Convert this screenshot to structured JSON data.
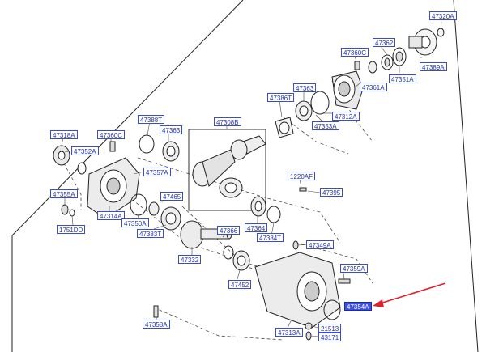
{
  "diagram": {
    "parts": {
      "p47320A": "47320A",
      "p47362": "47362",
      "p47360C_top": "47360C",
      "p47389A": "47389A",
      "p47351A": "47351A",
      "p47361A": "47361A",
      "p47363_top": "47363",
      "p47386T": "47386T",
      "p47312A": "47312A",
      "p47353A": "47353A",
      "p47388T": "47388T",
      "p47363_mid": "47363",
      "p47308B": "47308B",
      "p47318A": "47318A",
      "p47360C_left": "47360C",
      "p47352A": "47352A",
      "p47357A": "47357A",
      "p1220AF": "1220AF",
      "p47395": "47395",
      "p47355A": "47355A",
      "p47465": "47465",
      "p47314A": "47314A",
      "p47350A": "47350A",
      "p47383T": "47383T",
      "p47366": "47366",
      "p47364": "47364",
      "p47384T": "47384T",
      "p1751DD": "1751DD",
      "p47349A": "47349A",
      "p47332": "47332",
      "p47359A": "47359A",
      "p47452": "47452",
      "p47354A": "47354A",
      "p47358A": "47358A",
      "p21513": "21513",
      "p47313A": "47313A",
      "p43171": "43171"
    },
    "highlight_color": "#3d50e6",
    "arrow_color": "#e0202a"
  }
}
